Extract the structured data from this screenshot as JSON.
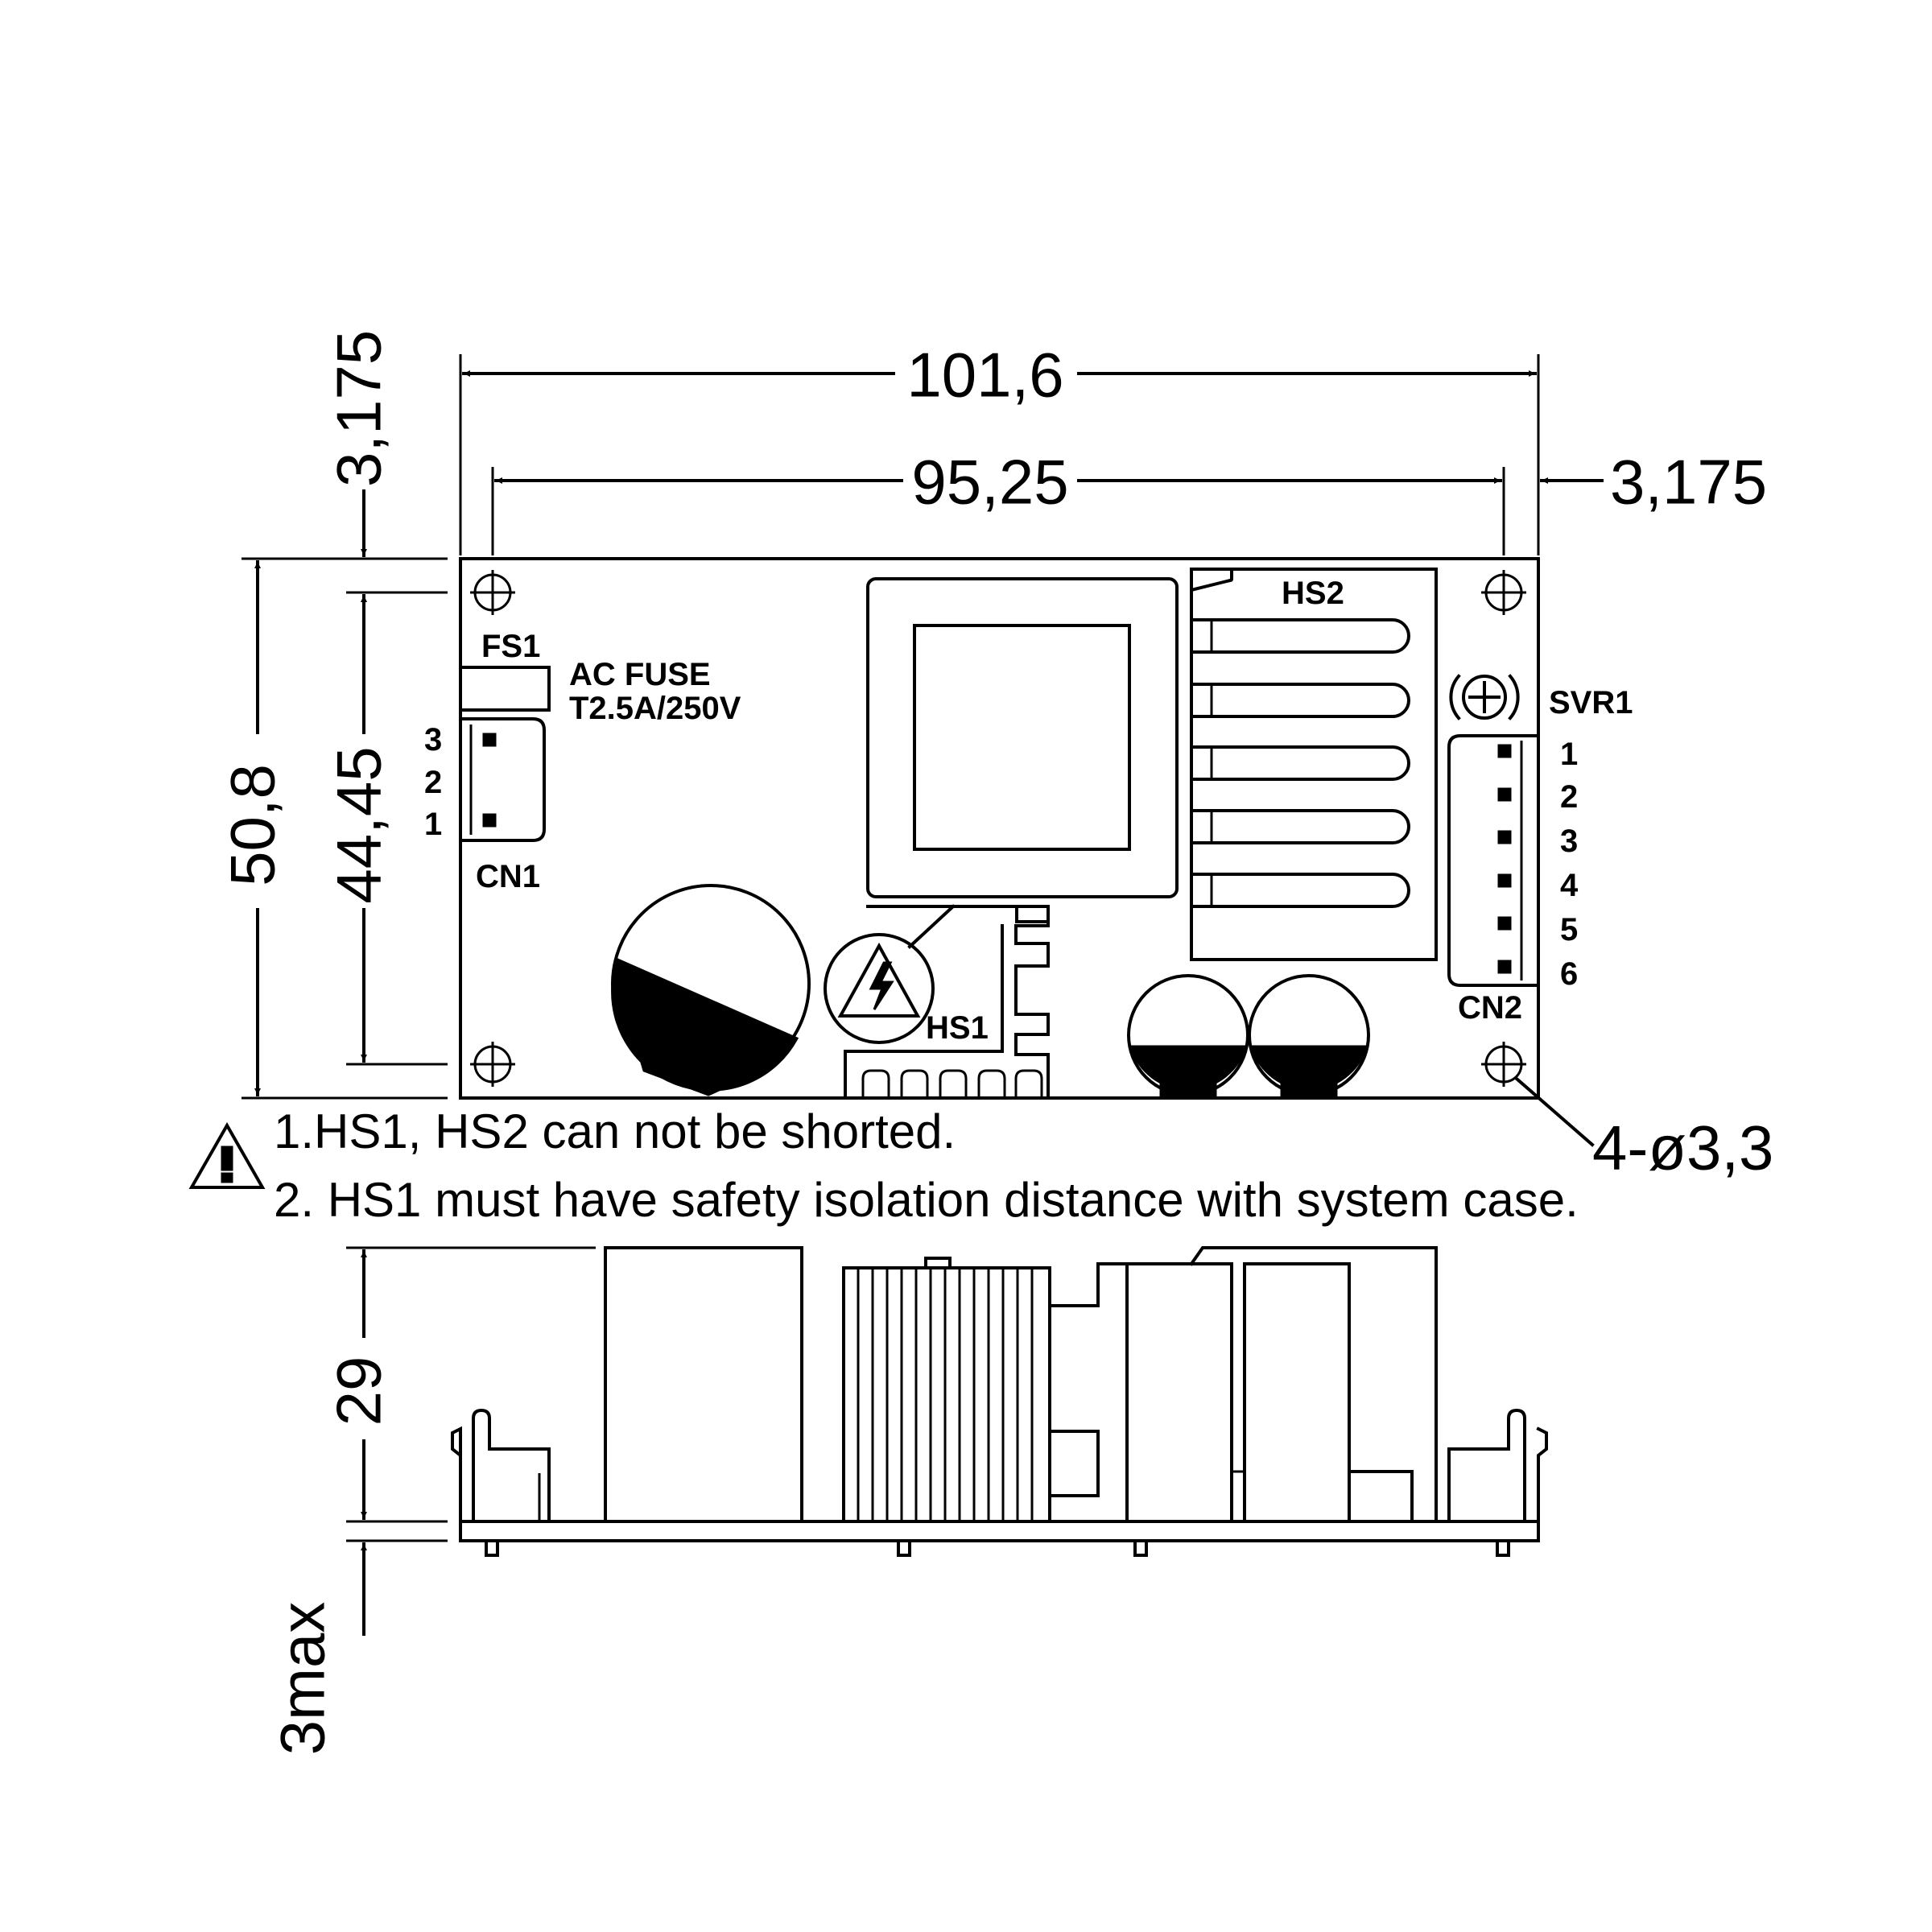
{
  "dimensions": {
    "overall_width": "101,6",
    "hole_spacing_width": "95,25",
    "right_hole_offset": "3,175",
    "top_hole_offset": "3,175",
    "overall_height": "50,8",
    "hole_spacing_height": "44,45",
    "mounting_holes": "4-ø3,3",
    "component_height": "29",
    "pin_length": "3max"
  },
  "components": {
    "fuse_ref": "FS1",
    "fuse_label": "AC FUSE",
    "fuse_rating": "T2.5A/250V",
    "input_connector": "CN1",
    "input_pins": [
      "3",
      "2",
      "1"
    ],
    "heatsink1": "HS1",
    "heatsink2": "HS2",
    "trimmer": "SVR1",
    "output_connector": "CN2",
    "output_pins": [
      "1",
      "2",
      "3",
      "4",
      "5",
      "6"
    ]
  },
  "notes": {
    "line1": "1.HS1, HS2 can not be shorted.",
    "line2": "2. HS1 must have safety isolation distance with system case."
  },
  "icons": {
    "warning": "warning-triangle-icon",
    "high_voltage": "high-voltage-icon"
  }
}
